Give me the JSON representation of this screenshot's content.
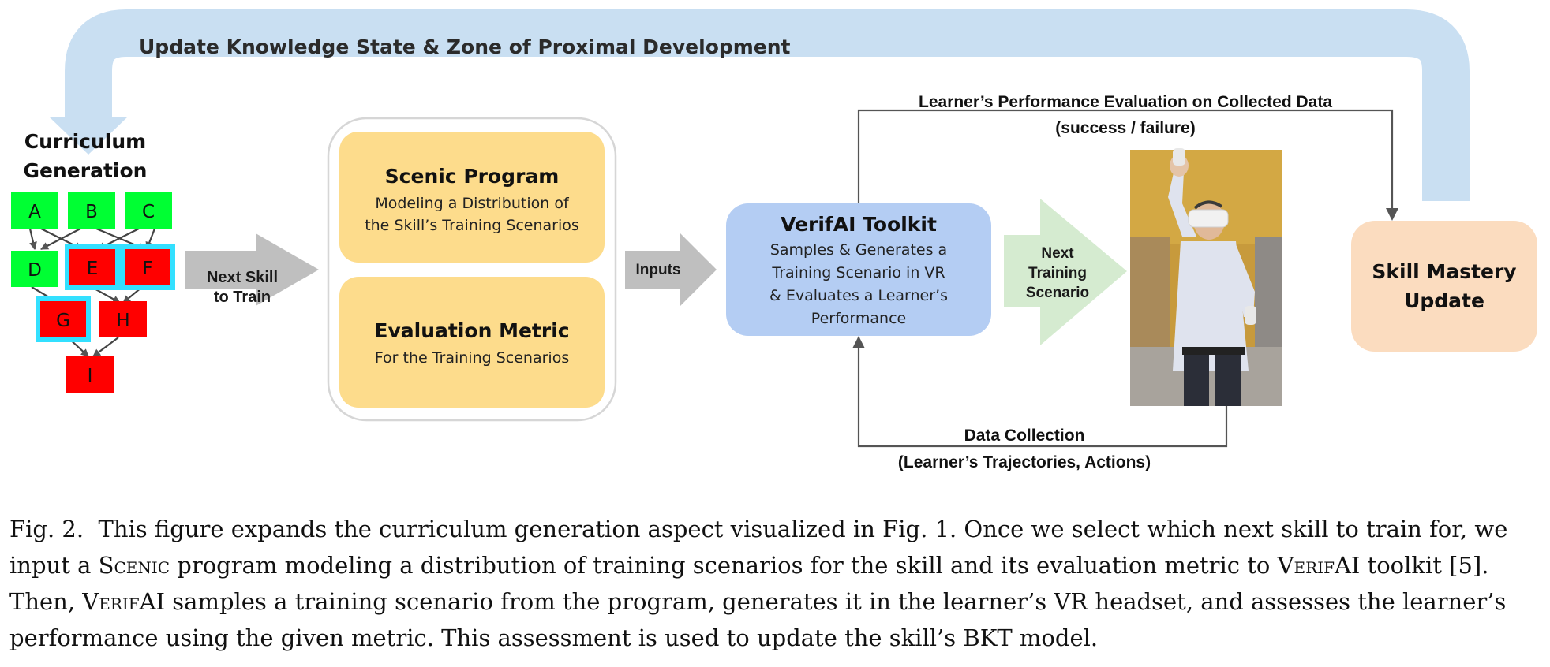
{
  "feedback_loop": {
    "label": "Update Knowledge State & Zone of Proximal Development"
  },
  "curriculum": {
    "title_line1": "Curriculum",
    "title_line2": "Generation",
    "nodes": {
      "A": "A",
      "B": "B",
      "C": "C",
      "D": "D",
      "E": "E",
      "F": "F",
      "G": "G",
      "H": "H",
      "I": "I"
    }
  },
  "arrow_next_skill": {
    "line1": "Next Skill",
    "line2": "to Train"
  },
  "scenic_program": {
    "title": "Scenic Program",
    "line1": "Modeling a Distribution of",
    "line2": "the Skill’s Training Scenarios"
  },
  "evaluation_metric": {
    "title": "Evaluation Metric",
    "line1": "For the Training Scenarios"
  },
  "arrow_inputs": {
    "label": "Inputs"
  },
  "verifai": {
    "title": "VerifAI Toolkit",
    "line1": "Samples & Generates a",
    "line2": "Training Scenario in VR",
    "line3": "& Evaluates a Learner’s",
    "line4": "Performance"
  },
  "arrow_next_training": {
    "line1": "Next",
    "line2": "Training",
    "line3": "Scenario"
  },
  "performance_eval": {
    "line1": "Learner’s Performance Evaluation on Collected Data",
    "line2": "(success / failure)"
  },
  "data_collection": {
    "line1": "Data Collection",
    "line2": "(Learner’s Trajectories, Actions)"
  },
  "skill_mastery": {
    "line1": "Skill Mastery",
    "line2": "Update"
  },
  "caption": {
    "fig_label": "Fig. 2.",
    "l1": "This figure expands the curriculum generation aspect visualized in Fig. 1. Once we select which next skill to train for, we",
    "l2a": "input a ",
    "l2_scenic": "Scenic",
    "l2b": " program modeling a distribution of training scenarios for the skill and its evaluation metric to ",
    "l2_verifai": "VerifAI",
    "l2c": " toolkit [5].",
    "l3a": "Then, ",
    "l3_verifai": "VerifAI",
    "l3b": " samples a training scenario from the program, generates it in the learner’s VR headset, and assesses the learner’s",
    "l4": "performance using the given metric. This assessment is used to update the skill’s BKT model."
  },
  "colors": {
    "loop_blue": "#c9dff2",
    "node_green": "#00ff33",
    "node_red": "#ff0000",
    "node_highlight": "#33e0ff",
    "yellow_box": "#fddc8c",
    "gray_arrow": "#bfbfbf",
    "verifai_blue": "#b4cdf3",
    "green_arrow": "#d5ebd0",
    "peach_box": "#fbdcbf"
  }
}
